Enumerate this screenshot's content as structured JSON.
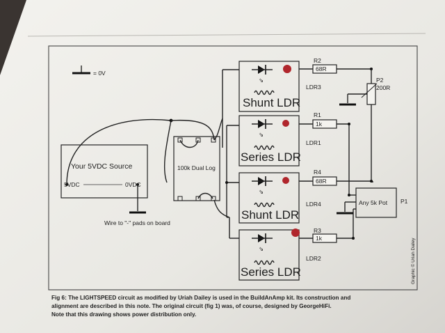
{
  "figure": {
    "ground_label": "= 0V",
    "source_box_label": "Your 5VDC Source",
    "source_plus_label": "5VDC",
    "source_minus_label": "0VDC",
    "dual_log_label": "100k Dual Log",
    "wire_note": "Wire to \"-\" pads on board",
    "pot_label": "Any 5k Pot",
    "pot_ref": "P1",
    "trim_ref": "P2",
    "trim_value": "200R",
    "credit": "Graphic © Uriah Dailey",
    "ldr_cells": [
      {
        "title": "Shunt LDR",
        "ref": "LDR3",
        "res_ref": "R2",
        "res_value": "68R"
      },
      {
        "title": "Series LDR",
        "ref": "LDR1",
        "res_ref": "R1",
        "res_value": "1k"
      },
      {
        "title": "Shunt LDR",
        "ref": "LDR4",
        "res_ref": "R4",
        "res_value": "68R"
      },
      {
        "title": "Series LDR",
        "ref": "LDR2",
        "res_ref": "R3",
        "res_value": "1k"
      }
    ]
  },
  "caption": {
    "line1": "Fig 6: The LIGHTSPEED circuit as modified by Uriah Dailey is used in the BuildAnAmp kit. Its construction and",
    "line2": "alignment are described in this note. The original circuit (fig 1) was, of course, designed by GeorgeHiFi.",
    "line3": "Note that this drawing shows power distribution only."
  },
  "colors": {
    "paper": "#ecebe6",
    "ink": "#1c1c1c",
    "led_dot": "#b0262c",
    "background": "#3a3431"
  }
}
